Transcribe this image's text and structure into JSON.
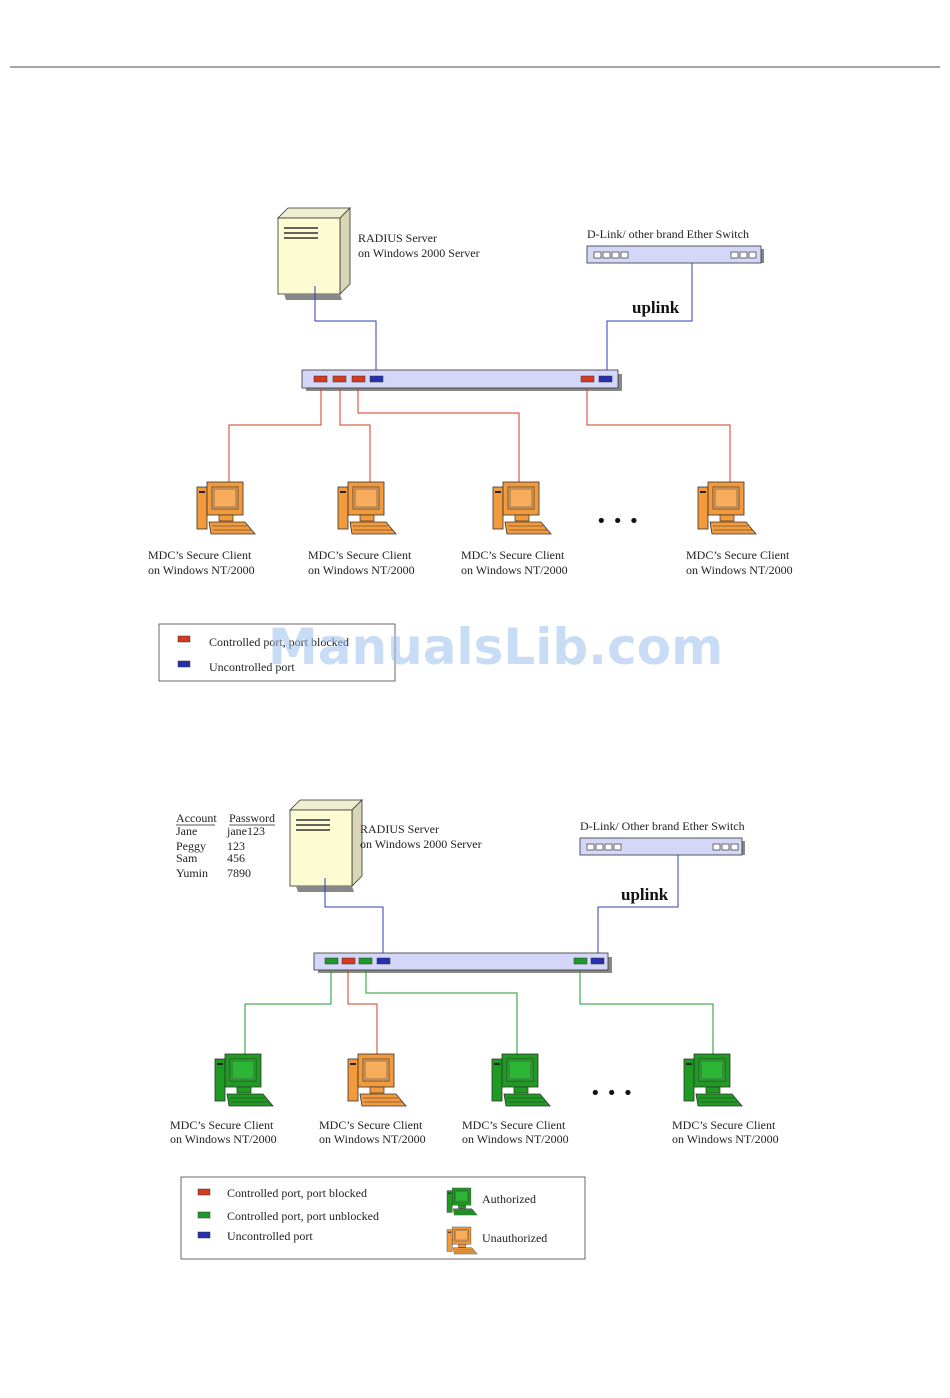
{
  "watermark": "ManualsLib.com",
  "colors": {
    "blocked": "#d63a1e",
    "unblocked": "#1f9a2a",
    "uncontrolled": "#2830b0",
    "line_blue": "#2c3cc0",
    "switch_fill": "#d4d7f8",
    "server_fill": "#fdfbd2",
    "pc_orange": "#f39a3c",
    "pc_green": "#1f9b23"
  },
  "diagram1": {
    "server_label_1": "RADIUS Server",
    "server_label_2": "on Windows 2000 Server",
    "switch_label": "D-Link/ other brand Ether Switch",
    "uplink": "uplink",
    "ellipsis": "• • •",
    "clients": [
      {
        "line1": "MDC’s Secure Client",
        "line2": "on Windows NT/2000",
        "state": "unauthorized"
      },
      {
        "line1": "MDC’s Secure Client",
        "line2": "on Windows NT/2000",
        "state": "unauthorized"
      },
      {
        "line1": "MDC’s Secure Client",
        "line2": "on Windows NT/2000",
        "state": "unauthorized"
      },
      {
        "line1": "MDC’s Secure Client",
        "line2": "on Windows NT/2000",
        "state": "unauthorized"
      }
    ],
    "legend": {
      "controlled": "Controlled port, port blocked",
      "uncontrolled": "Uncontrolled port"
    }
  },
  "diagram2": {
    "accounts_header": {
      "account": "Account",
      "password": "Password"
    },
    "accounts": [
      {
        "account": "Jane",
        "password": "jane123"
      },
      {
        "account": "Peggy",
        "password": "123"
      },
      {
        "account": "Sam",
        "password": "456"
      },
      {
        "account": "Yumin",
        "password": "7890"
      }
    ],
    "server_label_1": "RADIUS Server",
    "server_label_2": "on Windows 2000 Server",
    "switch_label": "D-Link/ Other brand Ether Switch",
    "uplink": "uplink",
    "ellipsis": "• • •",
    "clients": [
      {
        "line1": "MDC’s Secure Client",
        "line2": "on Windows NT/2000",
        "state": "authorized"
      },
      {
        "line1": "MDC’s Secure Client",
        "line2": "on Windows NT/2000",
        "state": "unauthorized"
      },
      {
        "line1": "MDC’s Secure Client",
        "line2": "on Windows NT/2000",
        "state": "authorized"
      },
      {
        "line1": "MDC’s Secure Client",
        "line2": "on Windows NT/2000",
        "state": "authorized"
      }
    ],
    "legend": {
      "blocked": "Controlled port, port blocked",
      "unblocked": "Controlled port, port unblocked",
      "uncontrolled": "Uncontrolled port",
      "authorized": "Authorized",
      "unauthorized": "Unauthorized"
    }
  }
}
